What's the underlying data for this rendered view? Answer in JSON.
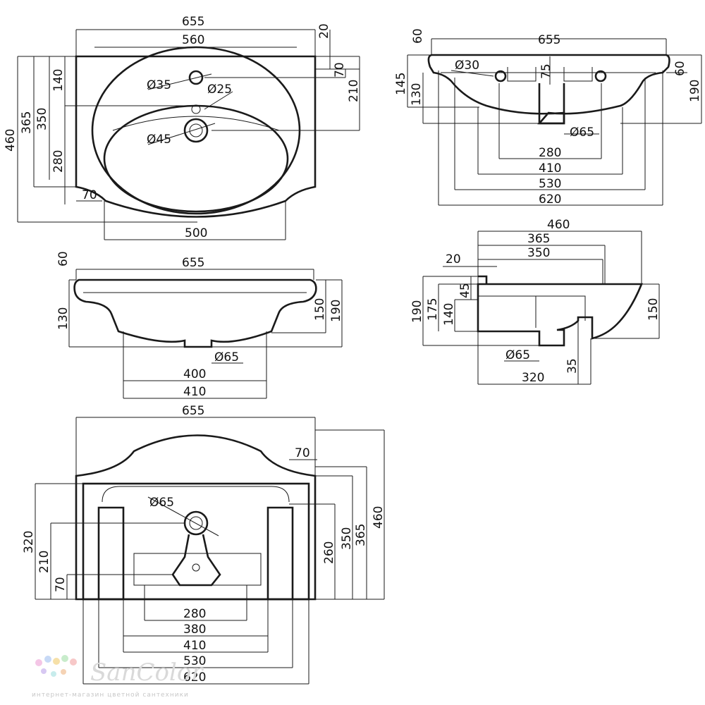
{
  "views": {
    "top": {
      "width_655": "655",
      "width_560": "560",
      "d20": "20",
      "d70": "70",
      "d210": "210",
      "h460": "460",
      "h365": "365",
      "h350": "350",
      "h140": "140",
      "h280": "280",
      "d70b": "70",
      "w500": "500",
      "dia35": "Ø35",
      "dia25": "Ø25",
      "dia45": "Ø45"
    },
    "side_right": {
      "d60": "60",
      "w655": "655",
      "dia30": "Ø30",
      "d75": "75",
      "d60b": "60",
      "h145": "145",
      "h130": "130",
      "h190": "190",
      "dia65": "Ø65",
      "w280": "280",
      "w410": "410",
      "w530": "530",
      "w620": "620"
    },
    "front": {
      "d60": "60",
      "w655": "655",
      "h130": "130",
      "h150": "150",
      "h190": "190",
      "dia65": "Ø65",
      "w400": "400",
      "w410": "410"
    },
    "profile": {
      "w460": "460",
      "w365": "365",
      "d20": "20",
      "w350": "350",
      "d45": "45",
      "h190": "190",
      "h175": "175",
      "h140": "140",
      "h150": "150",
      "dia65": "Ø65",
      "d35": "35",
      "w320": "320"
    },
    "bottom": {
      "w655": "655",
      "d70": "70",
      "dia65": "Ø65",
      "h320": "320",
      "h210": "210",
      "d70b": "70",
      "h260": "260",
      "h350": "350",
      "h365": "365",
      "h460": "460",
      "w280": "280",
      "w380": "380",
      "w410": "410",
      "w530": "530",
      "w620": "620"
    }
  },
  "watermark": {
    "brand": "SanColor",
    "subtitle": "интернет-магазин цветной сантехники"
  }
}
